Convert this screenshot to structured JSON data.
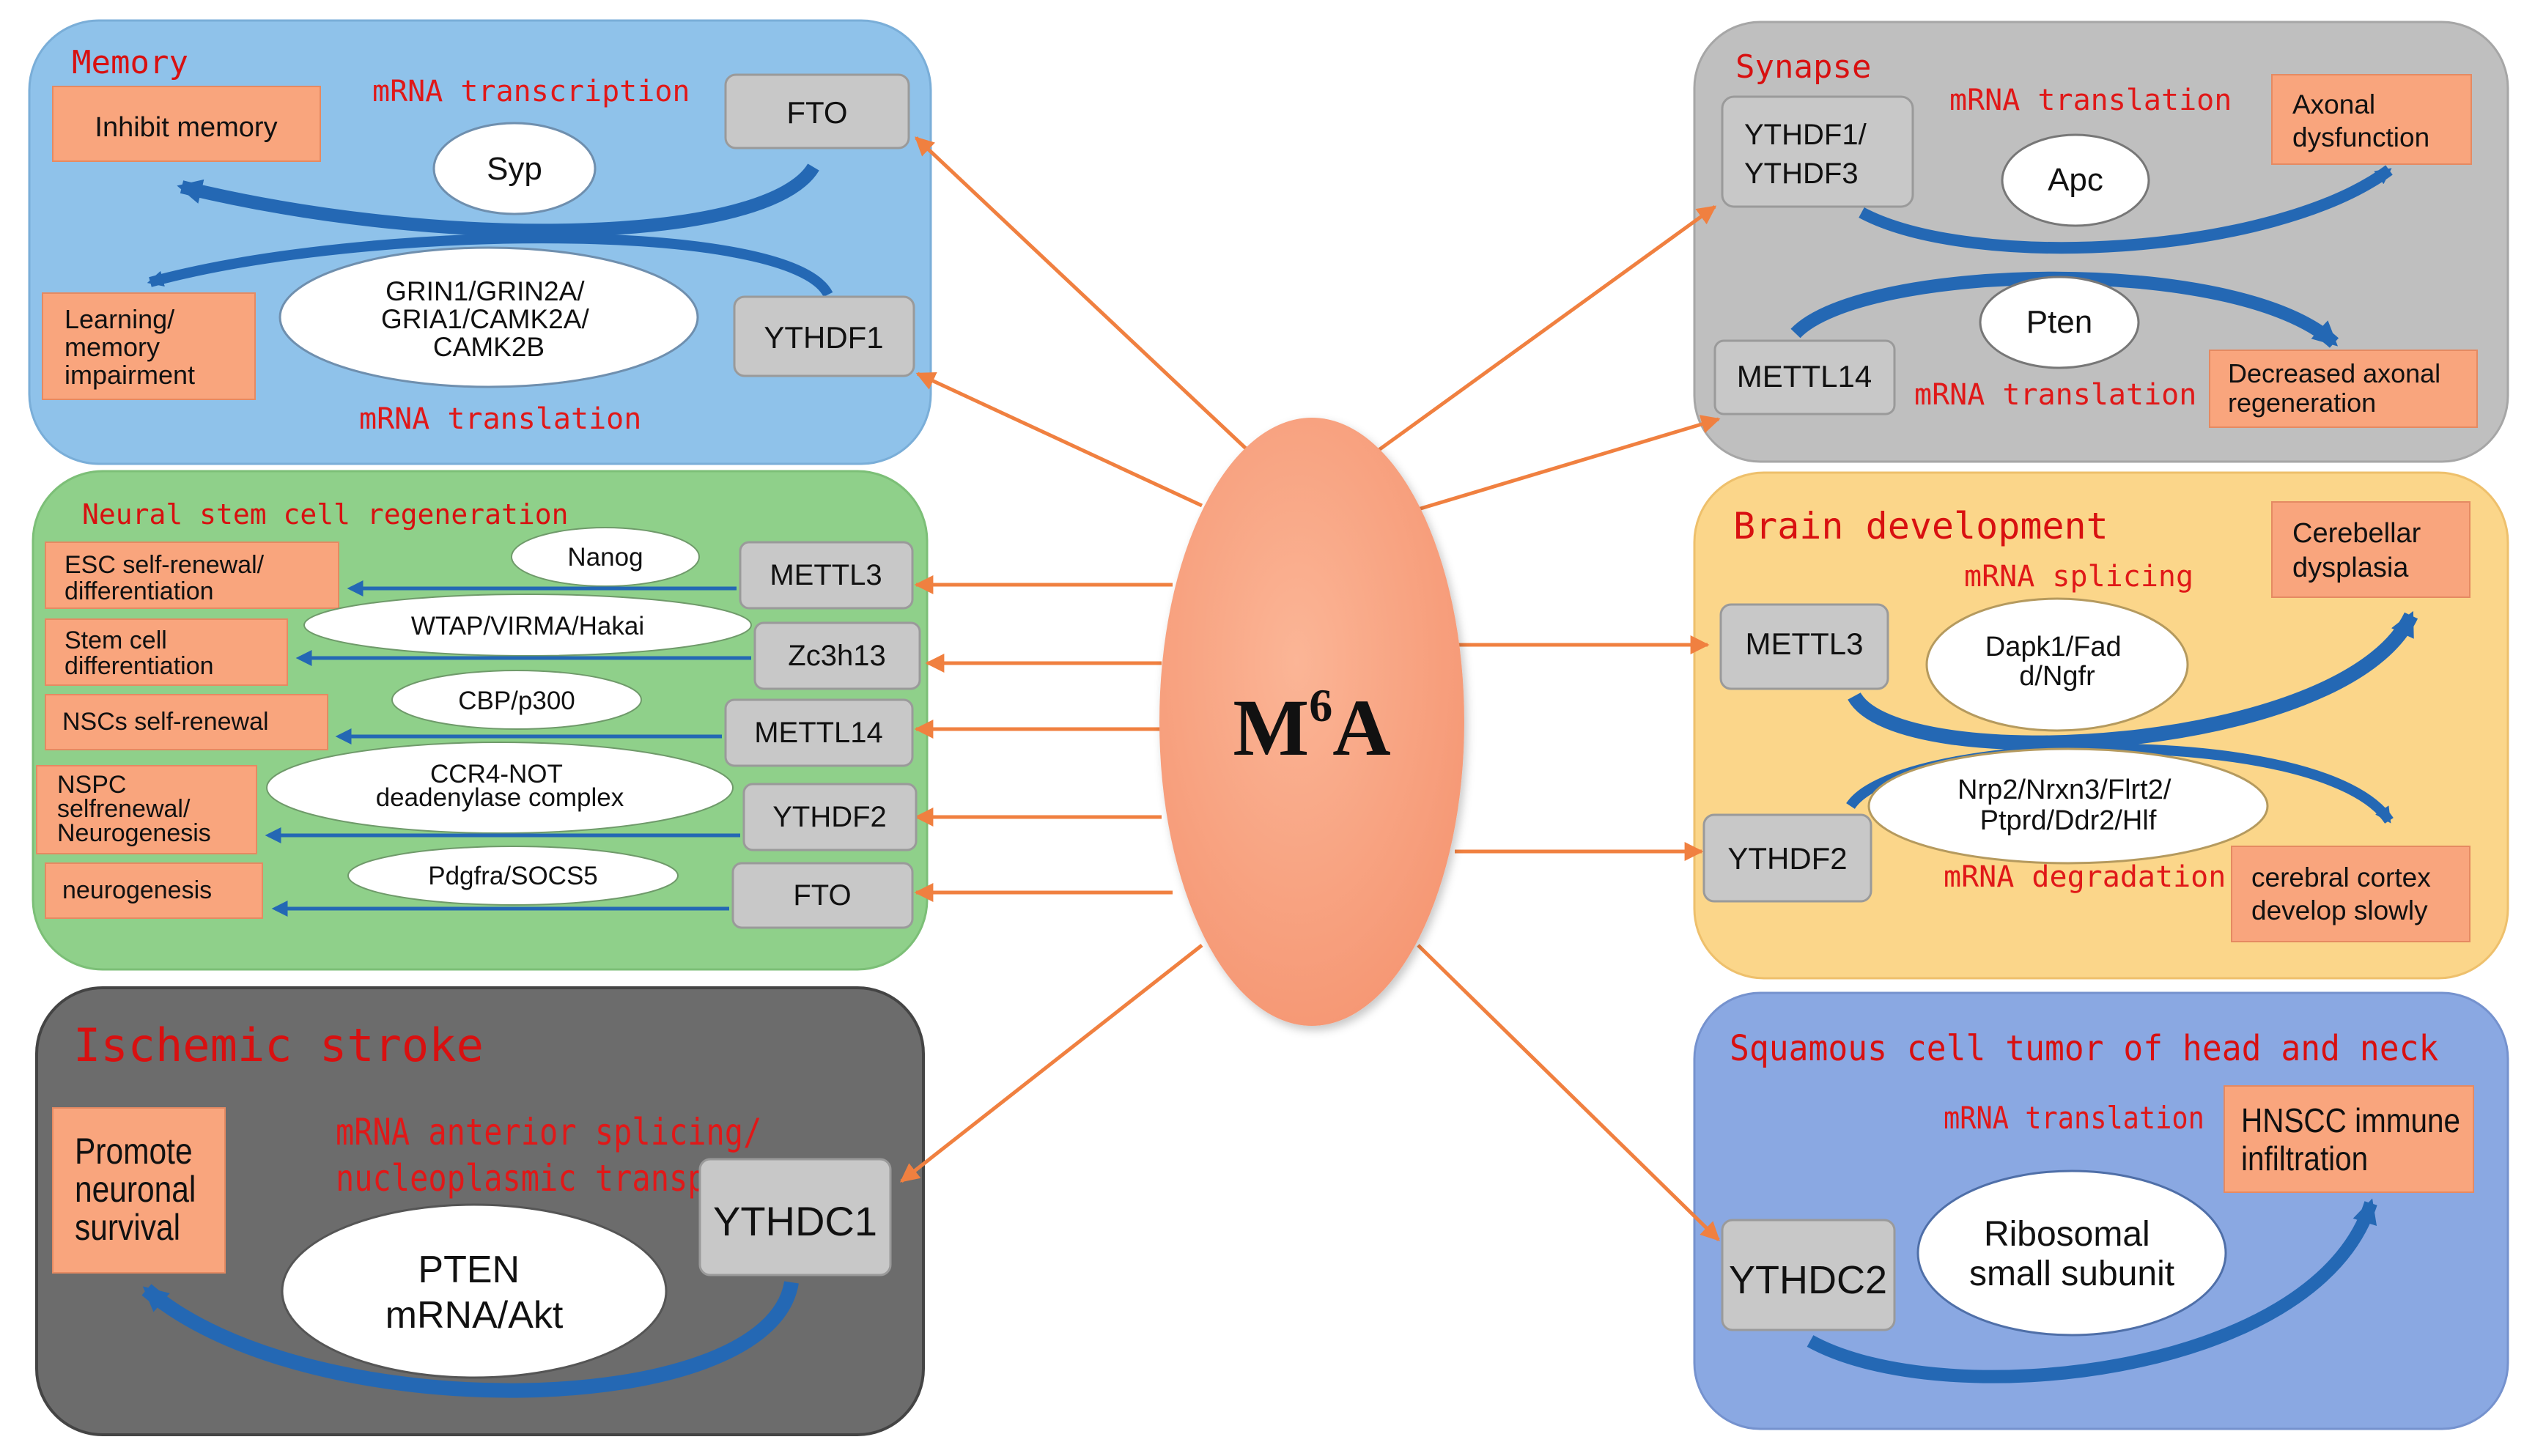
{
  "center": {
    "base": "M",
    "superscript": "6",
    "tail": "A"
  },
  "memory": {
    "title": "Memory",
    "inhibit": "Inhibit memory",
    "transcription": "mRNA transcription",
    "syp": "Syp",
    "fto": "FTO",
    "learning": [
      "Learning/",
      "memory",
      "impairment"
    ],
    "grin": [
      "GRIN1/GRIN2A/",
      "GRIA1/CAMK2A/",
      "CAMK2B"
    ],
    "ythdf1": "YTHDF1",
    "translation": "mRNA translation"
  },
  "neural": {
    "title": "Neural stem cell regeneration",
    "rows": [
      {
        "outcome": [
          "ESC self-renewal/",
          "differentiation"
        ],
        "mediator": "Nanog",
        "gene": "METTL3"
      },
      {
        "outcome": [
          "Stem cell",
          "differentiation"
        ],
        "mediator": "WTAP/VIRMA/Hakai",
        "gene": "Zc3h13"
      },
      {
        "outcome": [
          "NSCs self-renewal"
        ],
        "mediator": "CBP/p300",
        "gene": "METTL14"
      },
      {
        "outcome": [
          "NSPC",
          "selfrenewal/",
          "Neurogenesis"
        ],
        "mediator": "CCR4-NOT deadenylase complex",
        "mediator_lines": [
          "CCR4-NOT",
          "deadenylase complex"
        ],
        "gene": "YTHDF2"
      },
      {
        "outcome": [
          "neurogenesis"
        ],
        "mediator": "Pdgfra/SOCS5",
        "gene": "FTO"
      }
    ]
  },
  "stroke": {
    "title": "Ischemic stroke",
    "promote": [
      "Promote",
      "neuronal",
      "survival"
    ],
    "process": [
      "mRNA anterior splicing/",
      "nucleoplasmic transport"
    ],
    "pten": [
      "PTEN",
      "mRNA/Akt"
    ],
    "ythdc1": "YTHDC1"
  },
  "synapse": {
    "title": "Synapse",
    "ythdf": [
      "YTHDF1/",
      "YTHDF3"
    ],
    "translation_top": "mRNA translation",
    "axonal": [
      "Axonal",
      "dysfunction"
    ],
    "apc": "Apc",
    "pten": "Pten",
    "mettl14": "METTL14",
    "translation_bottom": "mRNA translation",
    "regeneration": [
      "Decreased axonal",
      "regeneration"
    ]
  },
  "brain": {
    "title": "Brain development",
    "cerebellar": [
      "Cerebellar",
      "dysplasia"
    ],
    "splicing": "mRNA splicing",
    "mettl3": "METTL3",
    "dapk": [
      "Dapk1/Fad",
      "d/Ngfr"
    ],
    "nrp": [
      "Nrp2/Nrxn3/Flrt2/",
      "Ptprd/Ddr2/Hlf"
    ],
    "ythdf2": "YTHDF2",
    "degradation": "mRNA degradation",
    "cortex": [
      "cerebral cortex",
      "develop slowly"
    ]
  },
  "hnscc": {
    "title": "Squamous cell tumor of head and neck",
    "translation": "mRNA translation",
    "immune": [
      "HNSCC immune",
      "infiltration"
    ],
    "ythdc2": "YTHDC2",
    "ribosomal": [
      "Ribosomal",
      "small subunit"
    ]
  },
  "colors": {
    "memory_panel": "#8fc2ea",
    "neural_panel": "#8fd08a",
    "stroke_panel": "#6c6c6c",
    "synapse_panel": "#bfbfbf",
    "brain_panel": "#fbd68a",
    "hnscc_panel": "#8aa8e2",
    "gene_box": "#c8c8c8",
    "outcome_box": "#f9a57d",
    "center_oval": "#f9a07a",
    "connector": "#f08040",
    "flow_arrow": "#2468b4",
    "title_red": "#d81010"
  }
}
